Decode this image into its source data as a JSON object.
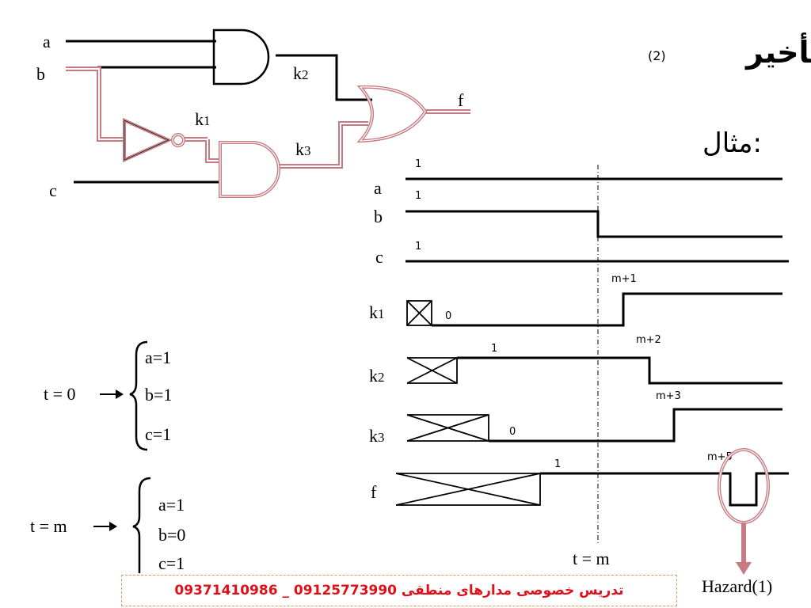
{
  "title": {
    "main": "تأخیر",
    "suffix": "(2)"
  },
  "example_label": "مثال:",
  "circuit": {
    "inputs": {
      "a": "a",
      "b": "b",
      "c": "c"
    },
    "wires": {
      "k1": "k",
      "k1_sub": "1",
      "k2": "k",
      "k2_sub": "2",
      "k3": "k",
      "k3_sub": "3"
    },
    "output": "f"
  },
  "timing": {
    "signals": {
      "a": "a",
      "b": "b",
      "c": "c",
      "k1": "k",
      "k1_sub": "1",
      "k2": "k",
      "k2_sub": "2",
      "k3": "k",
      "k3_sub": "3",
      "f": "f"
    },
    "level_labels": {
      "a": "1",
      "b": "1",
      "c": "1",
      "k1": "0",
      "k2": "1",
      "k3": "0",
      "f": "1"
    },
    "events": {
      "k1": "m+1",
      "k2": "m+2",
      "k3": "m+3",
      "f": "m+5"
    },
    "time_marker": "t = m",
    "hazard_label": "Hazard(1)"
  },
  "states": {
    "t0": {
      "label": "t = 0",
      "values": [
        "a=1",
        "b=1",
        "c=1"
      ]
    },
    "tm": {
      "label": "t = m",
      "values": [
        "a=1",
        "b=0",
        "c=1"
      ]
    }
  },
  "footer": {
    "text": "تدریس  خصوصی مدارهای منطقی  09125773990 _ 09371410986"
  },
  "colors": {
    "highlight": "#c77a82",
    "footer_text": "#e0101a",
    "footer_border": "#e8955a"
  }
}
